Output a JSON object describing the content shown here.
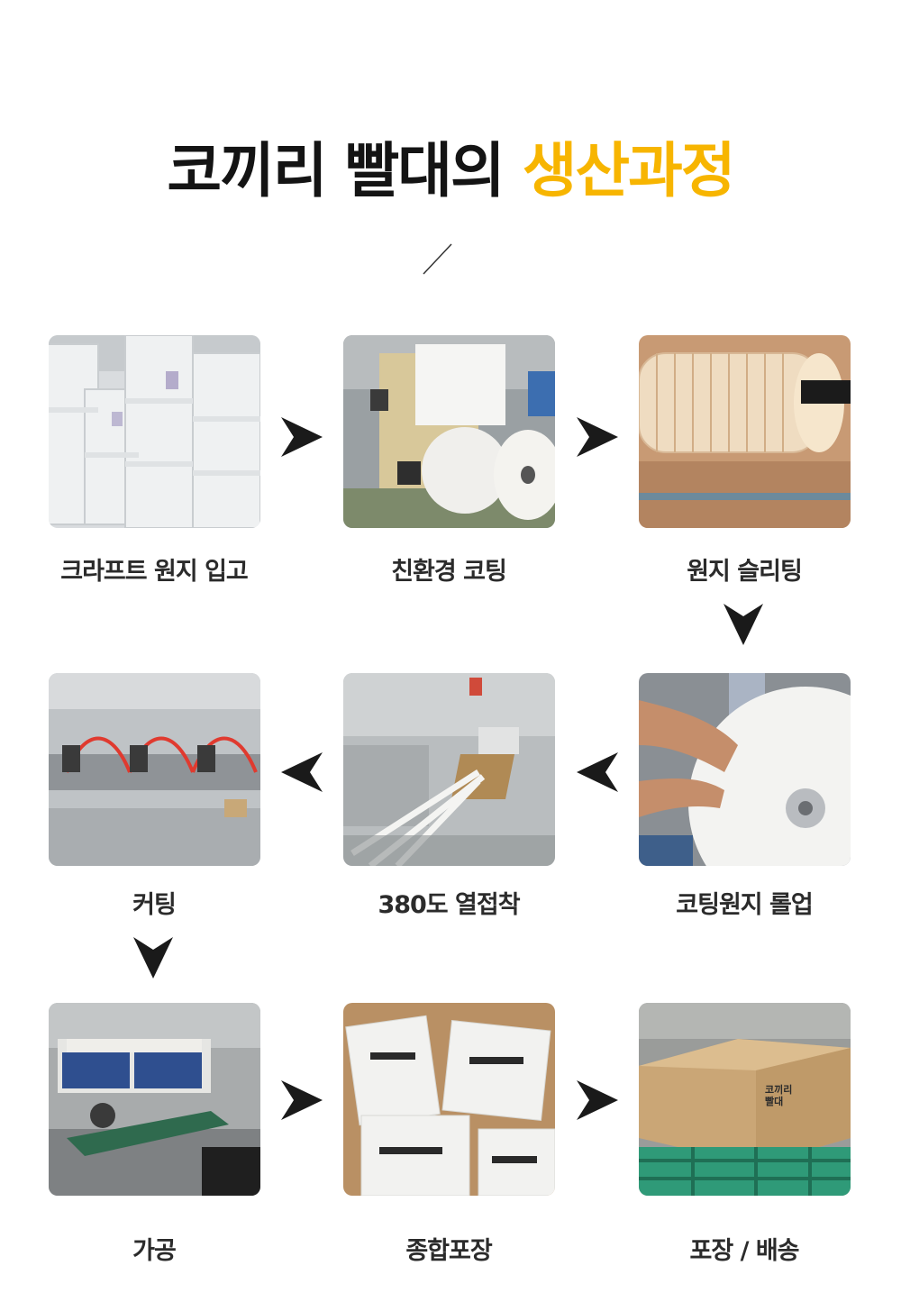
{
  "heading": {
    "part1": "코끼리 빨대의 ",
    "part2": "생산과정",
    "highlight_color": "#f7b500"
  },
  "steps": [
    {
      "label": "크라프트 원지 입고",
      "image": "paper-rolls-warehouse"
    },
    {
      "label": "친환경 코팅",
      "image": "coating-machine"
    },
    {
      "label": "원지 슬리팅",
      "image": "paper-slitting"
    },
    {
      "label": "코팅원지 롤업",
      "image": "paper-roll-up"
    },
    {
      "label": "380도 열접착",
      "image": "heat-bonding-machine"
    },
    {
      "label": "커팅",
      "image": "cutting-machine"
    },
    {
      "label": "가공",
      "image": "processing-line"
    },
    {
      "label": "종합포장",
      "image": "packaged-straws"
    },
    {
      "label": "포장 / 배송",
      "image": "boxes-on-pallet"
    }
  ],
  "box_print": "코끼리\n빨대"
}
